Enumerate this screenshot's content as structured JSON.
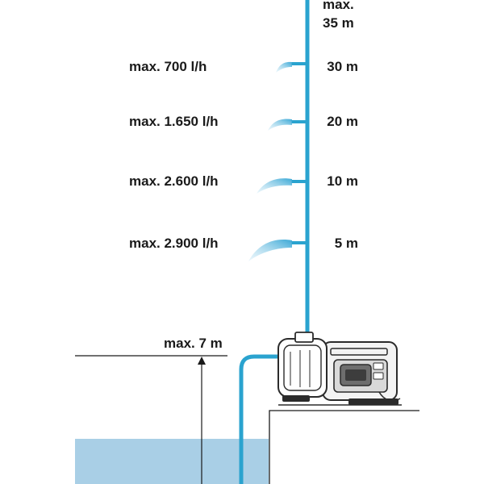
{
  "diagram": {
    "max_height_label_line1": "max.",
    "max_height_label_line2": "35 m",
    "levels": [
      {
        "flow": "max. 700 l/h",
        "height": "30 m"
      },
      {
        "flow": "max. 1.650 l/h",
        "height": "20 m"
      },
      {
        "flow": "max. 2.600 l/h",
        "height": "10 m"
      },
      {
        "flow": "max. 2.900 l/h",
        "height": "5 m"
      }
    ],
    "suction_height_label": "max. 7 m"
  },
  "colors": {
    "pipe": "#2aa3cf",
    "water": "#a9cfe6",
    "spray": "#6ec3e6",
    "pump_body": "#2b2b2b",
    "lines": "#1a1a1a"
  },
  "icons": {
    "pump": "garden-pump-icon",
    "spray": "water-spray-icon"
  }
}
